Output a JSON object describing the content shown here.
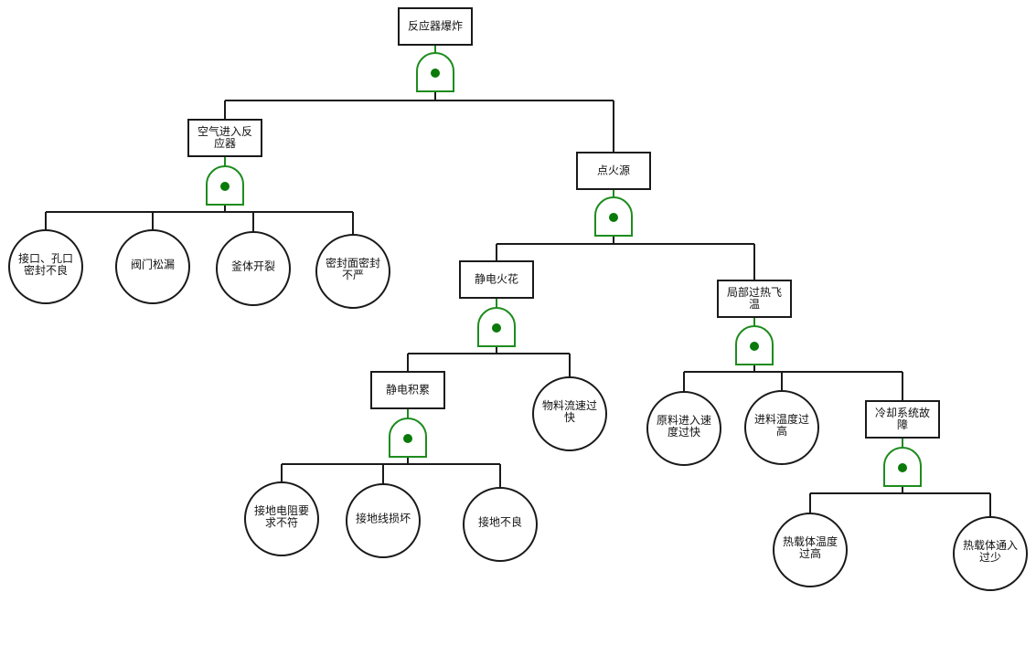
{
  "diagram": {
    "type": "fault-tree",
    "gate_type": "and-gate",
    "colors": {
      "gate": "#1e8c1e",
      "gate_dot": "#0a7a0a",
      "line": "#1a1a1a"
    },
    "nodes": [
      {
        "id": "top",
        "kind": "event",
        "lines": [
          "反应器爆炸"
        ]
      },
      {
        "id": "air",
        "kind": "event",
        "lines": [
          "空气进入反",
          "应器"
        ],
        "parent": "top"
      },
      {
        "id": "ign",
        "kind": "event",
        "lines": [
          "点火源"
        ],
        "parent": "top"
      },
      {
        "id": "b1",
        "kind": "basic",
        "lines": [
          "接口、孔口",
          "密封不良"
        ],
        "parent": "air"
      },
      {
        "id": "b2",
        "kind": "basic",
        "lines": [
          "阀门松漏"
        ],
        "parent": "air"
      },
      {
        "id": "b3",
        "kind": "basic",
        "lines": [
          "釜体开裂"
        ],
        "parent": "air"
      },
      {
        "id": "b4",
        "kind": "basic",
        "lines": [
          "密封面密封",
          "不严"
        ],
        "parent": "air"
      },
      {
        "id": "spark",
        "kind": "event",
        "lines": [
          "静电火花"
        ],
        "parent": "ign"
      },
      {
        "id": "hot",
        "kind": "event",
        "lines": [
          "局部过热飞",
          "温"
        ],
        "parent": "ign"
      },
      {
        "id": "acc",
        "kind": "event",
        "lines": [
          "静电积累"
        ],
        "parent": "spark"
      },
      {
        "id": "b5",
        "kind": "basic",
        "lines": [
          "物料流速过",
          "快"
        ],
        "parent": "spark"
      },
      {
        "id": "b6",
        "kind": "basic",
        "lines": [
          "接地电阻要",
          "求不符"
        ],
        "parent": "acc"
      },
      {
        "id": "b7",
        "kind": "basic",
        "lines": [
          "接地线损坏"
        ],
        "parent": "acc"
      },
      {
        "id": "b8",
        "kind": "basic",
        "lines": [
          "接地不良"
        ],
        "parent": "acc"
      },
      {
        "id": "b9",
        "kind": "basic",
        "lines": [
          "原料进入速",
          "度过快"
        ],
        "parent": "hot"
      },
      {
        "id": "b10",
        "kind": "basic",
        "lines": [
          "进料温度过",
          "高"
        ],
        "parent": "hot"
      },
      {
        "id": "cool",
        "kind": "event",
        "lines": [
          "冷却系统故",
          "障"
        ],
        "parent": "hot"
      },
      {
        "id": "b11",
        "kind": "basic",
        "lines": [
          "热载体温度",
          "过高"
        ],
        "parent": "cool"
      },
      {
        "id": "b12",
        "kind": "basic",
        "lines": [
          "热载体通入",
          "过少"
        ],
        "parent": "cool"
      }
    ]
  }
}
